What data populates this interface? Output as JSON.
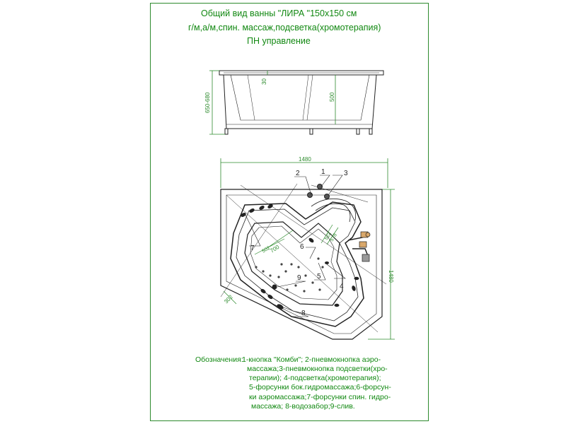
{
  "title": {
    "line1": "Общий вид ванны \"ЛИРА \"150x150 см",
    "line2": "г/м,а/м,спин. массаж,подсветка(хромотерапия)",
    "line3": "ПН управление"
  },
  "side_view": {
    "dim_height": "650-680",
    "dim_rim": "30",
    "dim_depth": "500"
  },
  "plan_view": {
    "dim_width": "1480",
    "dim_height": "1480",
    "dim_inner": "700",
    "dim_inner_alt": "502",
    "dim_edge": "302",
    "dim_corner_a": "522",
    "dim_corner_b": "578"
  },
  "callouts": [
    "1",
    "2",
    "3",
    "4",
    "5",
    "6",
    "7",
    "8",
    "9"
  ],
  "legend": {
    "label": "Обозначения:",
    "lines": [
      "1-кнопка \"Комби\"; 2-пневмокнопка аэро-",
      "массажа;3-пневмокнопка подсветки(хро-",
      "терапии); 4-подсветка(хромотерапия);",
      "5-форсунки бок.гидромассажа;6-форсун-",
      "ки аэромассажа;7-форсунки спин. гидро-",
      "массажа; 8-водозабор;9-слив."
    ]
  },
  "colors": {
    "drawing": "#222222",
    "dimension": "#2e8b2e",
    "text": "#118811",
    "frame": "#2d8a2d"
  }
}
